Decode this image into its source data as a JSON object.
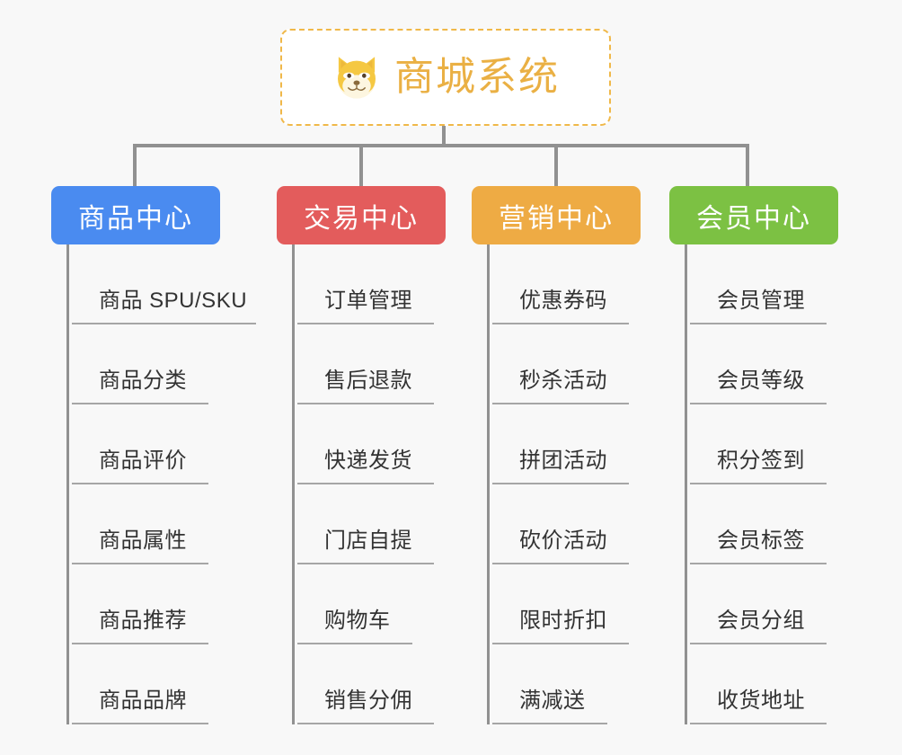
{
  "page": {
    "background_color": "#f8f8f8",
    "line_color": "#919191",
    "rule_color": "#a6a6a6"
  },
  "root": {
    "title": "商城系统",
    "icon": "dog-face-icon",
    "text_color": "#eab044",
    "border_color": "#f0b849",
    "background": "#ffffff"
  },
  "columns": [
    {
      "key": "product-center",
      "title": "商品中心",
      "color": "#4a8bf0",
      "rule_widths": [
        205,
        152,
        152,
        152,
        152,
        152
      ],
      "items": [
        "商品 SPU/SKU",
        "商品分类",
        "商品评价",
        "商品属性",
        "商品推荐",
        "商品品牌"
      ]
    },
    {
      "key": "trade-center",
      "title": "交易中心",
      "color": "#e35c5c",
      "rule_widths": [
        152,
        152,
        152,
        152,
        128,
        152
      ],
      "items": [
        "订单管理",
        "售后退款",
        "快递发货",
        "门店自提",
        "购物车",
        "销售分佣"
      ]
    },
    {
      "key": "marketing-center",
      "title": "营销中心",
      "color": "#eeab44",
      "rule_widths": [
        152,
        152,
        152,
        152,
        152,
        128
      ],
      "items": [
        "优惠券码",
        "秒杀活动",
        "拼团活动",
        "砍价活动",
        "限时折扣",
        "满减送"
      ]
    },
    {
      "key": "member-center",
      "title": "会员中心",
      "color": "#7cc143",
      "rule_widths": [
        152,
        152,
        152,
        152,
        152,
        152
      ],
      "items": [
        "会员管理",
        "会员等级",
        "积分签到",
        "会员标签",
        "会员分组",
        "收货地址"
      ]
    }
  ]
}
